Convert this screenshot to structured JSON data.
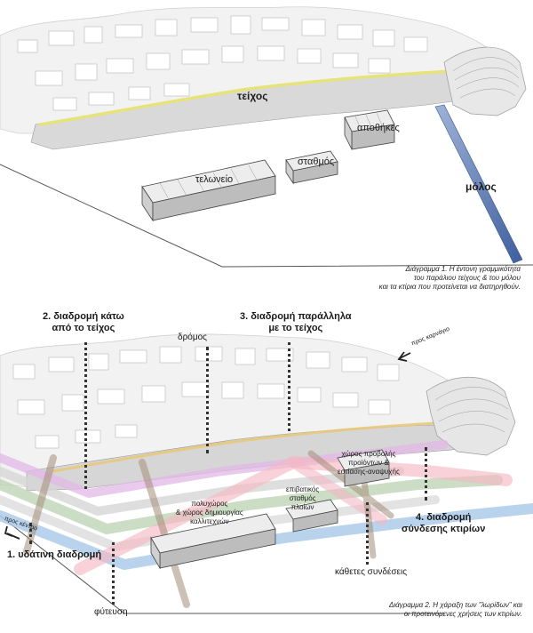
{
  "diagram1": {
    "labels": {
      "wall": "τείχος",
      "warehouses": "αποθήκες",
      "station": "σταθμός",
      "customs": "τελωνείο",
      "pier": "μόλος"
    },
    "caption": [
      "Διάγραμμα 1. Η έντονη γραμμικότητα",
      "του παράλιου τείχους & του μόλου",
      "και τα κτίρια που προτείνεται να διατηρηθούν."
    ]
  },
  "diagram2": {
    "labels": {
      "route2": [
        "2. διαδρομή κάτω",
        "από το τείχος"
      ],
      "route3": [
        "3. διαδρομή παράλληλα",
        "με το τείχος"
      ],
      "road": "δρόμος",
      "to_port": "προς καρνάγιο",
      "to_center": "προς κέντρο",
      "route1": "1. υδάτινη διαδρομή",
      "planting": "φύτευση",
      "multispace": [
        "πολυχώρος",
        "& χώρος δημιουργίας",
        "καλλιτεχνών"
      ],
      "passenger_station": [
        "επιβατικός",
        "σταθμός",
        "πλοίων"
      ],
      "product_space": [
        "χώρος προβολής",
        "προϊόντων &",
        "εστίασης-αναψυχής"
      ],
      "route4": [
        "4. διαδρομή",
        "σύνδεσης κτιρίων"
      ],
      "vertical": "κάθετες συνδέσεις"
    },
    "caption": [
      "Διάγραμμα 2. Η χάραξη των \"λωρίδων\" και",
      "οι προτεινόμενες χρήσεις των κτιρίων."
    ],
    "strip_colors": {
      "water": "#a9c8e8",
      "green": "#b9d2b0",
      "pink": "#f4b8c4",
      "violet": "#e3b8e6",
      "grey": "#d6d6d6",
      "wall_accent": "#e8c87a"
    }
  }
}
